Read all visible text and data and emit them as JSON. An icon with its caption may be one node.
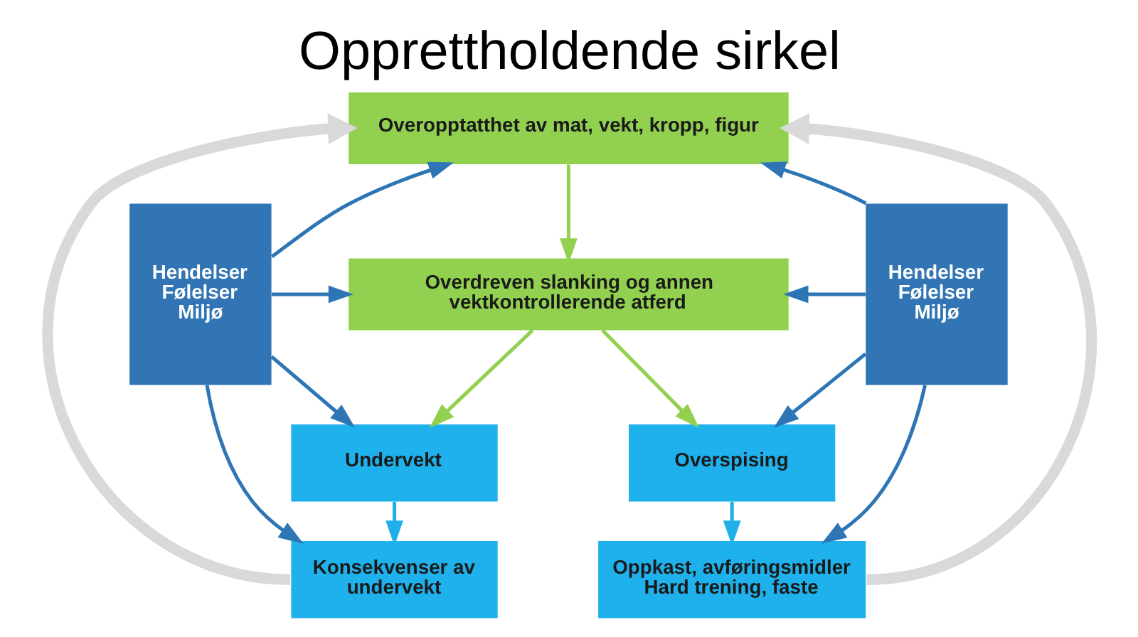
{
  "diagram": {
    "title": "Opprettholdende sirkel",
    "nodes": [
      {
        "text": [
          "Hendelser Følelser Miljø"
        ]
      },
      {
        "text": [
          "Overopptatthet av mat, vekt, kropp, figur"
        ]
      },
      {
        "text": [
          "Overdreven slanking og annen vektkontrollerende atferd"
        ]
      },
      {
        "text": [
          "Undervekt"
        ]
      },
      {
        "text": [
          "Overspising"
        ]
      },
      {
        "text": [
          "Konsekvenser av undervekt"
        ]
      },
      {
        "text": [
          "Oppkast, avføringsmidler Hard trening, faste"
        ]
      },
      {
        "text": [
          "Hendelser Følelser Miljø"
        ]
      }
    ],
    "edges": [
      {
        "from": 0,
        "to": 1,
        "arrow": "to"
      },
      {
        "from": 0,
        "to": 2,
        "arrow": "to"
      },
      {
        "from": 0,
        "to": 3,
        "arrow": "to"
      },
      {
        "from": 0,
        "to": 5,
        "arrow": "to"
      },
      {
        "from": 7,
        "to": 1,
        "arrow": "to"
      },
      {
        "from": 7,
        "to": 2,
        "arrow": "to"
      },
      {
        "from": 7,
        "to": 4,
        "arrow": "to"
      },
      {
        "from": 7,
        "to": 6,
        "arrow": "to"
      },
      {
        "from": 1,
        "to": 2,
        "arrow": "to",
        "color": "#92d050"
      },
      {
        "from": 2,
        "to": 3,
        "arrow": "to",
        "color": "#92d050"
      },
      {
        "from": 2,
        "to": 4,
        "arrow": "to",
        "color": "#92d050"
      },
      {
        "from": 3,
        "to": 5,
        "arrow": "to",
        "color": "#1fb0ea"
      },
      {
        "from": 4,
        "to": 6,
        "arrow": "to",
        "color": "#1fb0ea"
      },
      {
        "from": 5,
        "to": 1,
        "arrow": "to",
        "style": "thick",
        "color": "#d9d9d9"
      },
      {
        "from": 6,
        "to": 1,
        "arrow": "to",
        "style": "thick",
        "color": "#d9d9d9"
      }
    ]
  }
}
